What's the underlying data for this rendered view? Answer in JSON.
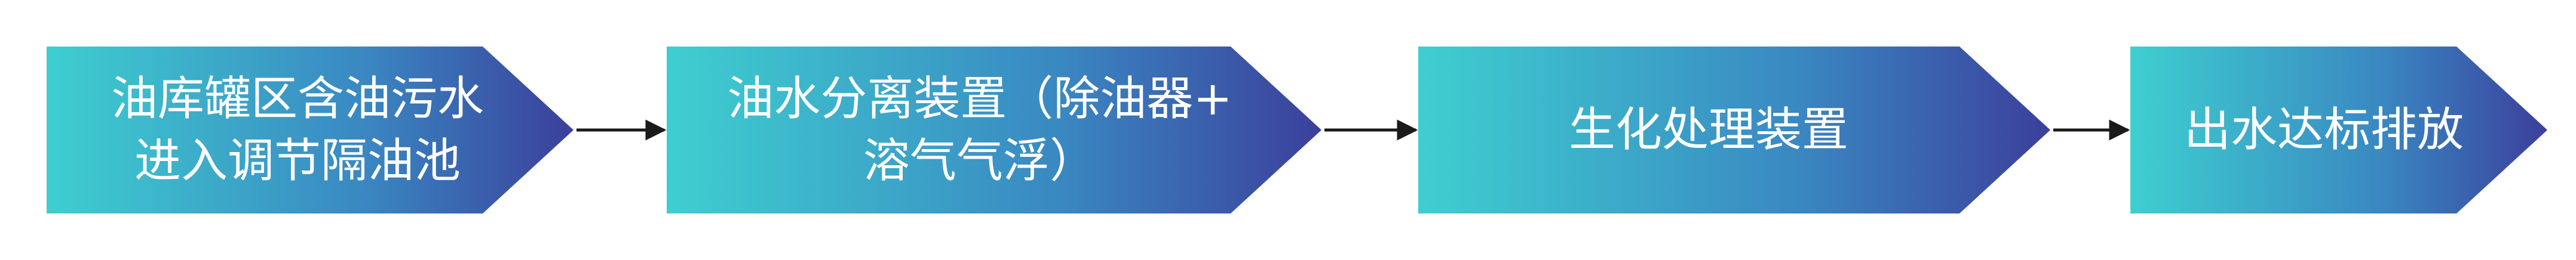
{
  "diagram": {
    "steps": [
      {
        "id": "step-1",
        "label": "油库罐区含油污水\n进入调节隔油池"
      },
      {
        "id": "step-2",
        "label": "油水分离装置（除油器+\n溶气气浮）"
      },
      {
        "id": "step-3",
        "label": "生化处理装置"
      },
      {
        "id": "step-4",
        "label": "出水达标排放"
      }
    ],
    "connectors": [
      {
        "from": "step-1",
        "to": "step-2"
      },
      {
        "from": "step-2",
        "to": "step-3"
      },
      {
        "from": "step-3",
        "to": "step-4"
      }
    ],
    "colors": {
      "gradient_start": "#3ecfd0",
      "gradient_end": "#3b3f9b",
      "text": "#ffffff",
      "connector": "#1a1a1a"
    }
  }
}
